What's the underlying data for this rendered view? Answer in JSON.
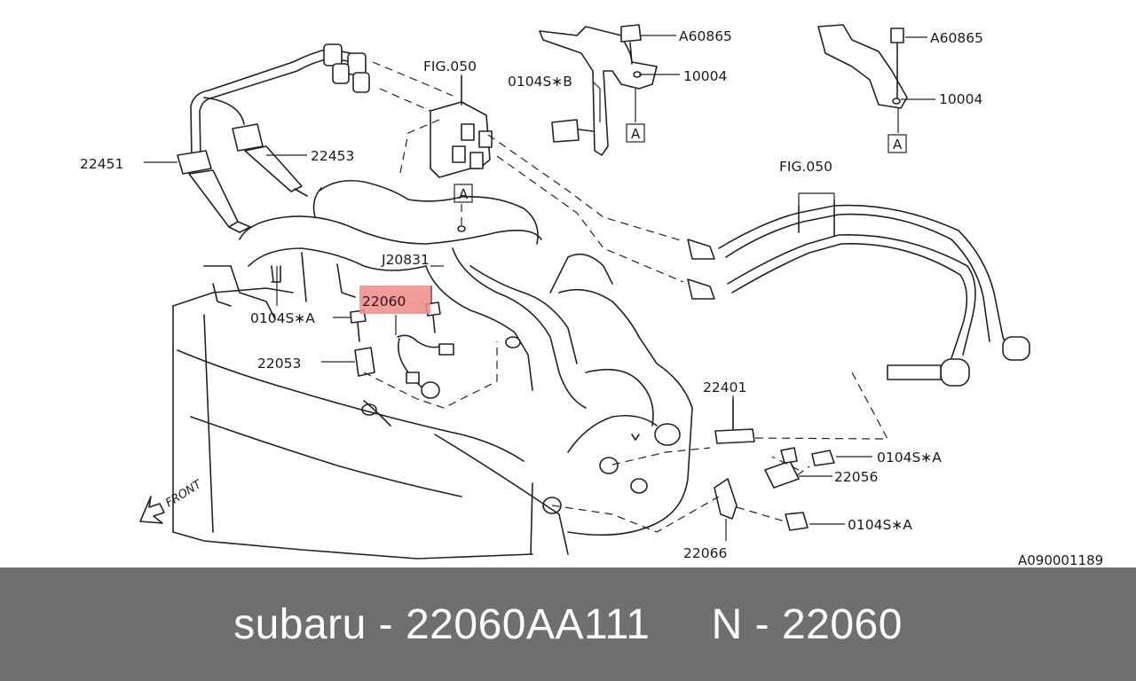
{
  "diagram": {
    "labels": {
      "fig050_top": "FIG.050",
      "a60865_left": "A60865",
      "a60865_right": "A60865",
      "p10004_left": "10004",
      "p10004_right": "10004",
      "b0104s_b": "0104S∗B",
      "p22451": "22451",
      "p22453": "22453",
      "ref_a_coil": "A",
      "ref_a_brk1": "A",
      "ref_a_brk2": "A",
      "fig050_right": "FIG.050",
      "j20831": "J20831",
      "p22060": "22060",
      "a0104s_left": "0104S∗A",
      "p22053": "22053",
      "p22401": "22401",
      "a0104s_r1": "0104S∗A",
      "p22056": "22056",
      "a0104s_r2": "0104S∗A",
      "p22066": "22066",
      "front": "FRONT",
      "drawing_id": "A090001189"
    },
    "highlight_color": "#f08a8a"
  },
  "footer": {
    "caption": "subaru - 22060AA111     N - 22060",
    "background": "#6f6f6f"
  }
}
